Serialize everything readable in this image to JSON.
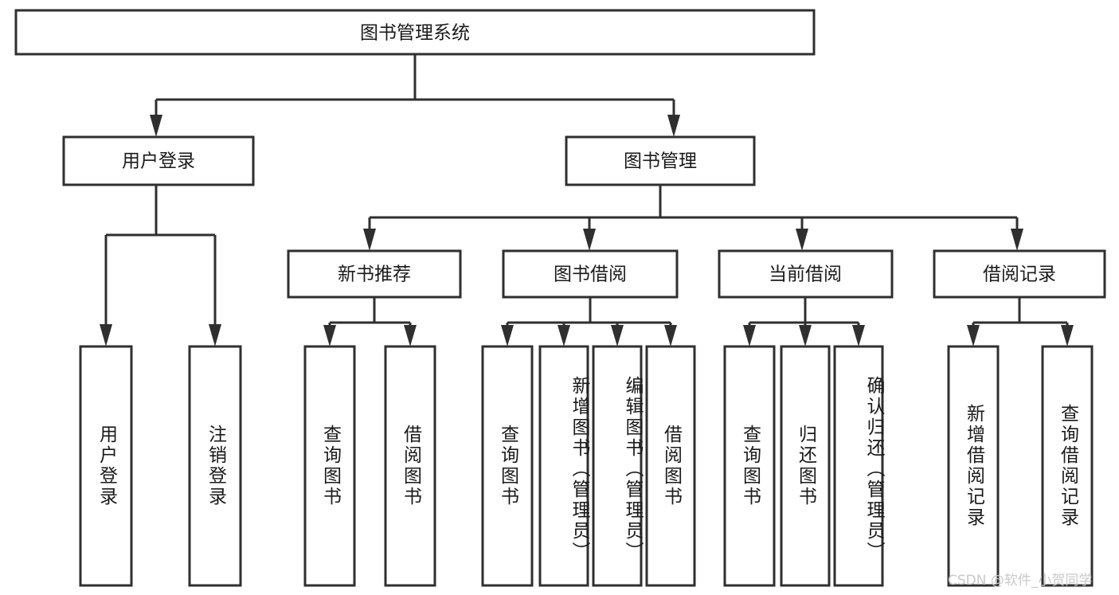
{
  "diagram": {
    "type": "tree-hierarchy",
    "title": "图书管理系统",
    "watermark": "CSDN @软件_小贺同学",
    "colors": {
      "box_stroke": "#2f2f2f",
      "box_fill": "#ffffff",
      "text": "#1a1a1a",
      "background": "#ffffff",
      "watermark": "#c9c9c9"
    },
    "levels": {
      "root": {
        "label": "图书管理系统"
      },
      "level2": [
        {
          "label": "用户登录"
        },
        {
          "label": "图书管理"
        }
      ],
      "level3": [
        {
          "label": "新书推荐"
        },
        {
          "label": "图书借阅"
        },
        {
          "label": "当前借阅"
        },
        {
          "label": "借阅记录"
        }
      ],
      "leaves": [
        {
          "label": "用户登录",
          "parent": "用户登录"
        },
        {
          "label": "注销登录",
          "parent": "用户登录"
        },
        {
          "label": "查询图书",
          "parent": "新书推荐"
        },
        {
          "label": "借阅图书",
          "parent": "新书推荐"
        },
        {
          "label": "查询图书",
          "parent": "图书借阅"
        },
        {
          "label": "新增图书（管理员）",
          "parent": "图书借阅"
        },
        {
          "label": "编辑图书（管理员）",
          "parent": "图书借阅"
        },
        {
          "label": "借阅图书",
          "parent": "图书借阅"
        },
        {
          "label": "查询图书",
          "parent": "当前借阅"
        },
        {
          "label": "归还图书",
          "parent": "当前借阅"
        },
        {
          "label": "确认归还（管理员）",
          "parent": "当前借阅"
        },
        {
          "label": "新增借阅记录",
          "parent": "借阅记录"
        },
        {
          "label": "查询借阅记录",
          "parent": "借阅记录"
        }
      ]
    }
  }
}
